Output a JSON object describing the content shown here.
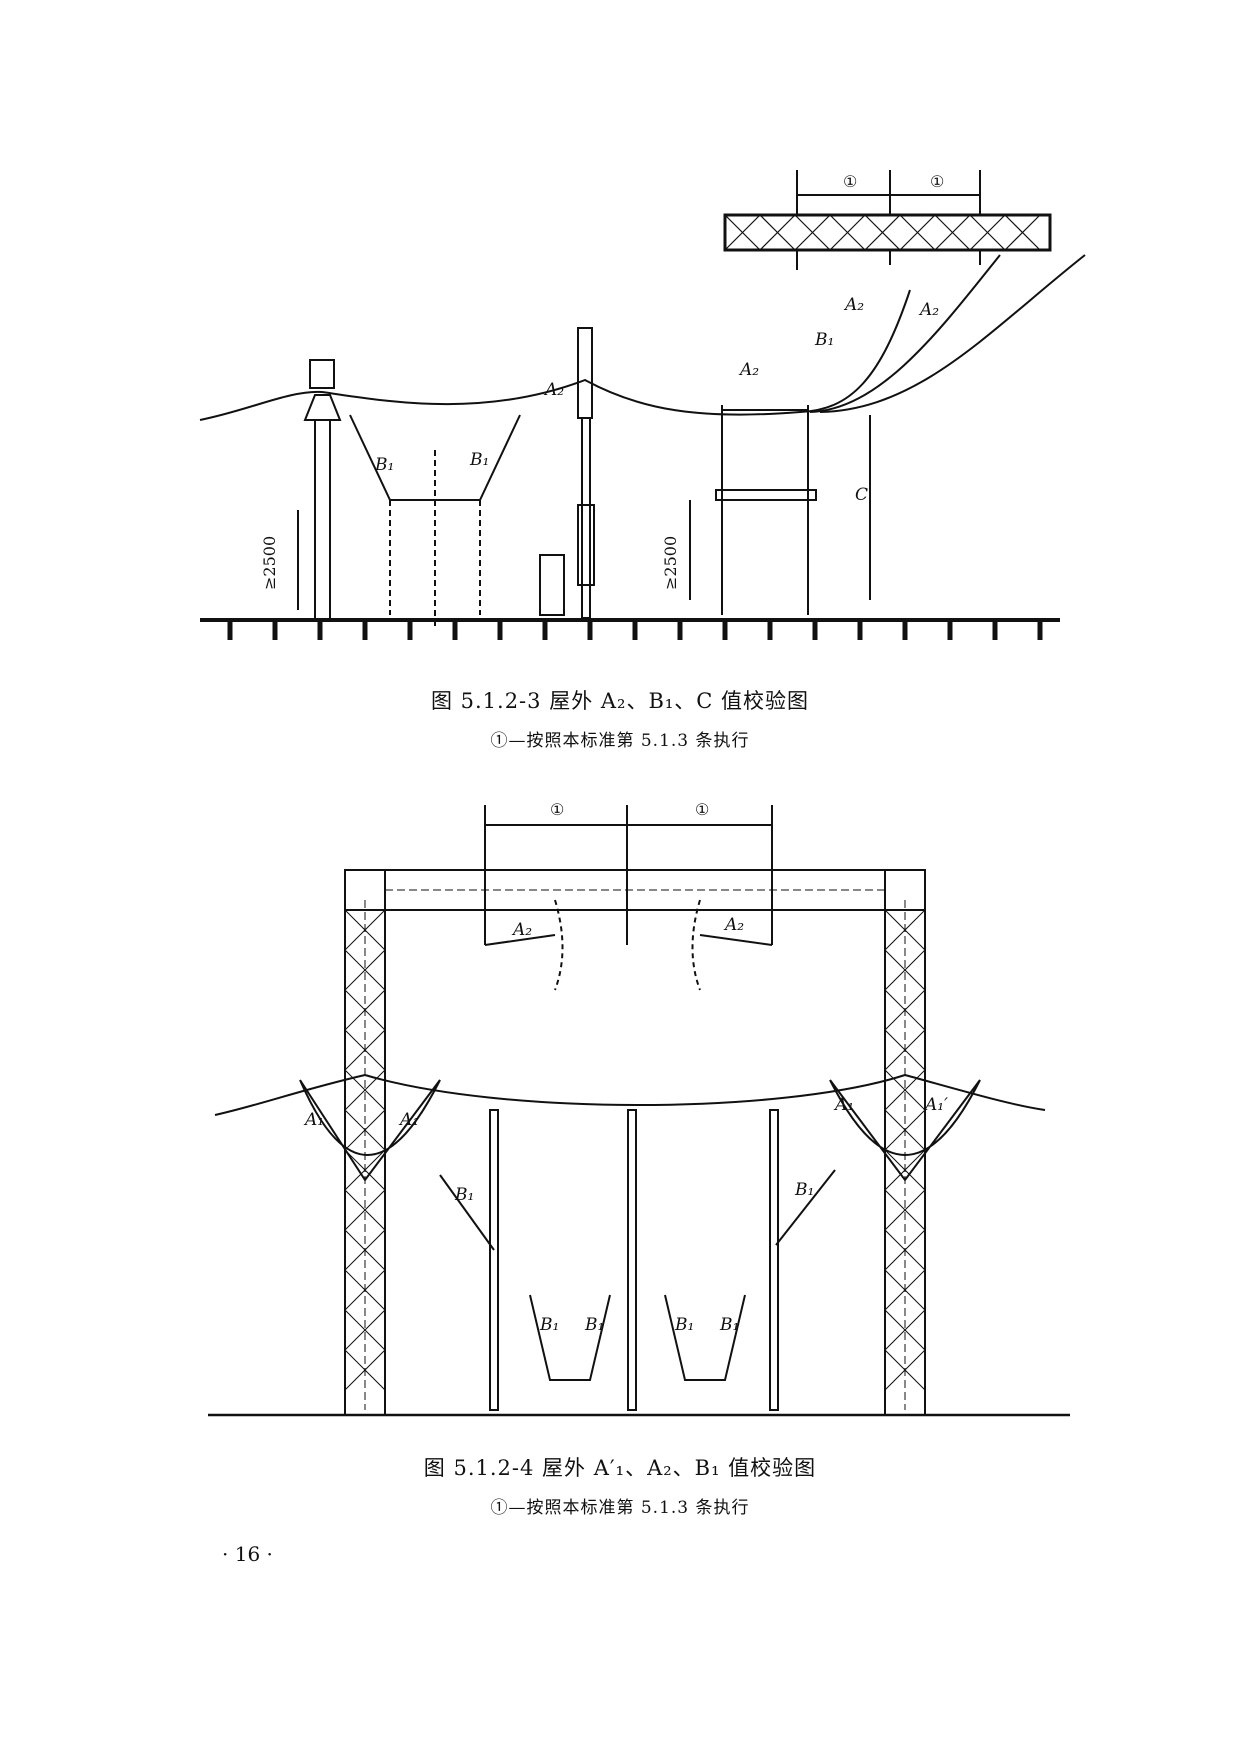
{
  "figure1": {
    "caption": "图 5.1.2-3   屋外 A₂、B₁、C 值校验图",
    "note": "①—按照本标准第 5.1.3 条执行",
    "labels": {
      "a2": "A₂",
      "b1": "B₁",
      "c": "C",
      "dim": "≥2500",
      "circle": "①"
    }
  },
  "figure2": {
    "caption": "图 5.1.2-4   屋外 A′₁、A₂、B₁ 值校验图",
    "note": "①—按照本标准第 5.1.3 条执行",
    "labels": {
      "a1": "A₁",
      "a1p": "A₁′",
      "a2": "A₂",
      "b1": "B₁",
      "circle": "①"
    }
  },
  "page_number": "· 16 ·"
}
